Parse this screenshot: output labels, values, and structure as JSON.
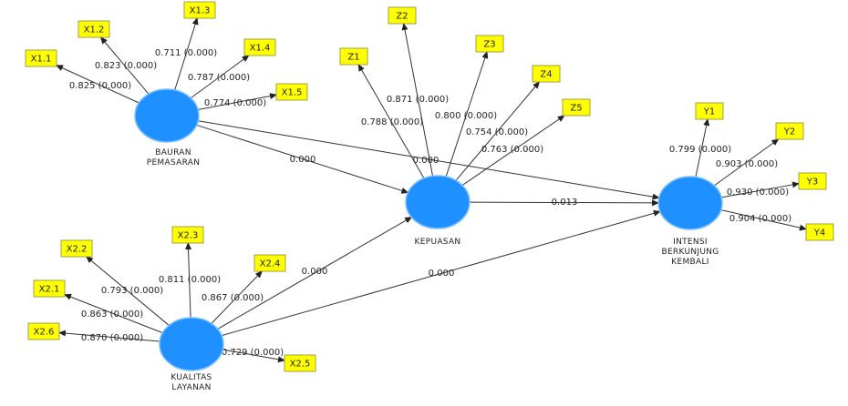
{
  "colors": {
    "construct": "#1e90ff",
    "indicator": "#ffff00",
    "edge": "#333333"
  },
  "constructs": [
    {
      "id": "bp",
      "label_lines": [
        "BAURAN",
        "PEMASARAN"
      ]
    },
    {
      "id": "kl",
      "label_lines": [
        "KUALITAS",
        "LAYANAN"
      ]
    },
    {
      "id": "kp",
      "label_lines": [
        "KEPUASAN"
      ]
    },
    {
      "id": "ibk",
      "label_lines": [
        "INTENSI",
        "BERKUNJUNG",
        "KEMBALI"
      ]
    }
  ],
  "indicators": [
    {
      "id": "X1.1",
      "construct": "bp",
      "loading": "0.825 (0.000)"
    },
    {
      "id": "X1.2",
      "construct": "bp",
      "loading": "0.823 (0.000)"
    },
    {
      "id": "X1.3",
      "construct": "bp",
      "loading": "0.711 (0.000)"
    },
    {
      "id": "X1.4",
      "construct": "bp",
      "loading": "0.787 (0.000)"
    },
    {
      "id": "X1.5",
      "construct": "bp",
      "loading": "0.774 (0.000)"
    },
    {
      "id": "X2.1",
      "construct": "kl",
      "loading": "0.863 (0.000)"
    },
    {
      "id": "X2.2",
      "construct": "kl",
      "loading": "0.793 (0.000)"
    },
    {
      "id": "X2.3",
      "construct": "kl",
      "loading": "0.811 (0.000)"
    },
    {
      "id": "X2.4",
      "construct": "kl",
      "loading": "0.867 (0.000)"
    },
    {
      "id": "X2.5",
      "construct": "kl",
      "loading": "0.729 (0.000)"
    },
    {
      "id": "X2.6",
      "construct": "kl",
      "loading": "0.870 (0.000)"
    },
    {
      "id": "Z1",
      "construct": "kp",
      "loading": "0.788 (0.000)"
    },
    {
      "id": "Z2",
      "construct": "kp",
      "loading": "0.871 (0.000)"
    },
    {
      "id": "Z3",
      "construct": "kp",
      "loading": "0.800 (0.000)"
    },
    {
      "id": "Z4",
      "construct": "kp",
      "loading": "0.754 (0.000)"
    },
    {
      "id": "Z5",
      "construct": "kp",
      "loading": "0.763 (0.000)"
    },
    {
      "id": "Y1",
      "construct": "ibk",
      "loading": "0.799 (0.000)"
    },
    {
      "id": "Y2",
      "construct": "ibk",
      "loading": "0.903 (0.000)"
    },
    {
      "id": "Y3",
      "construct": "ibk",
      "loading": "0.930 (0.000)"
    },
    {
      "id": "Y4",
      "construct": "ibk",
      "loading": "0.904 (0.000)"
    }
  ],
  "paths": [
    {
      "from": "bp",
      "to": "kp",
      "value": "0.000"
    },
    {
      "from": "bp",
      "to": "ibk",
      "value": "0.000"
    },
    {
      "from": "kl",
      "to": "kp",
      "value": "0.000"
    },
    {
      "from": "kl",
      "to": "ibk",
      "value": "0.000"
    },
    {
      "from": "kp",
      "to": "ibk",
      "value": "0.013"
    }
  ]
}
